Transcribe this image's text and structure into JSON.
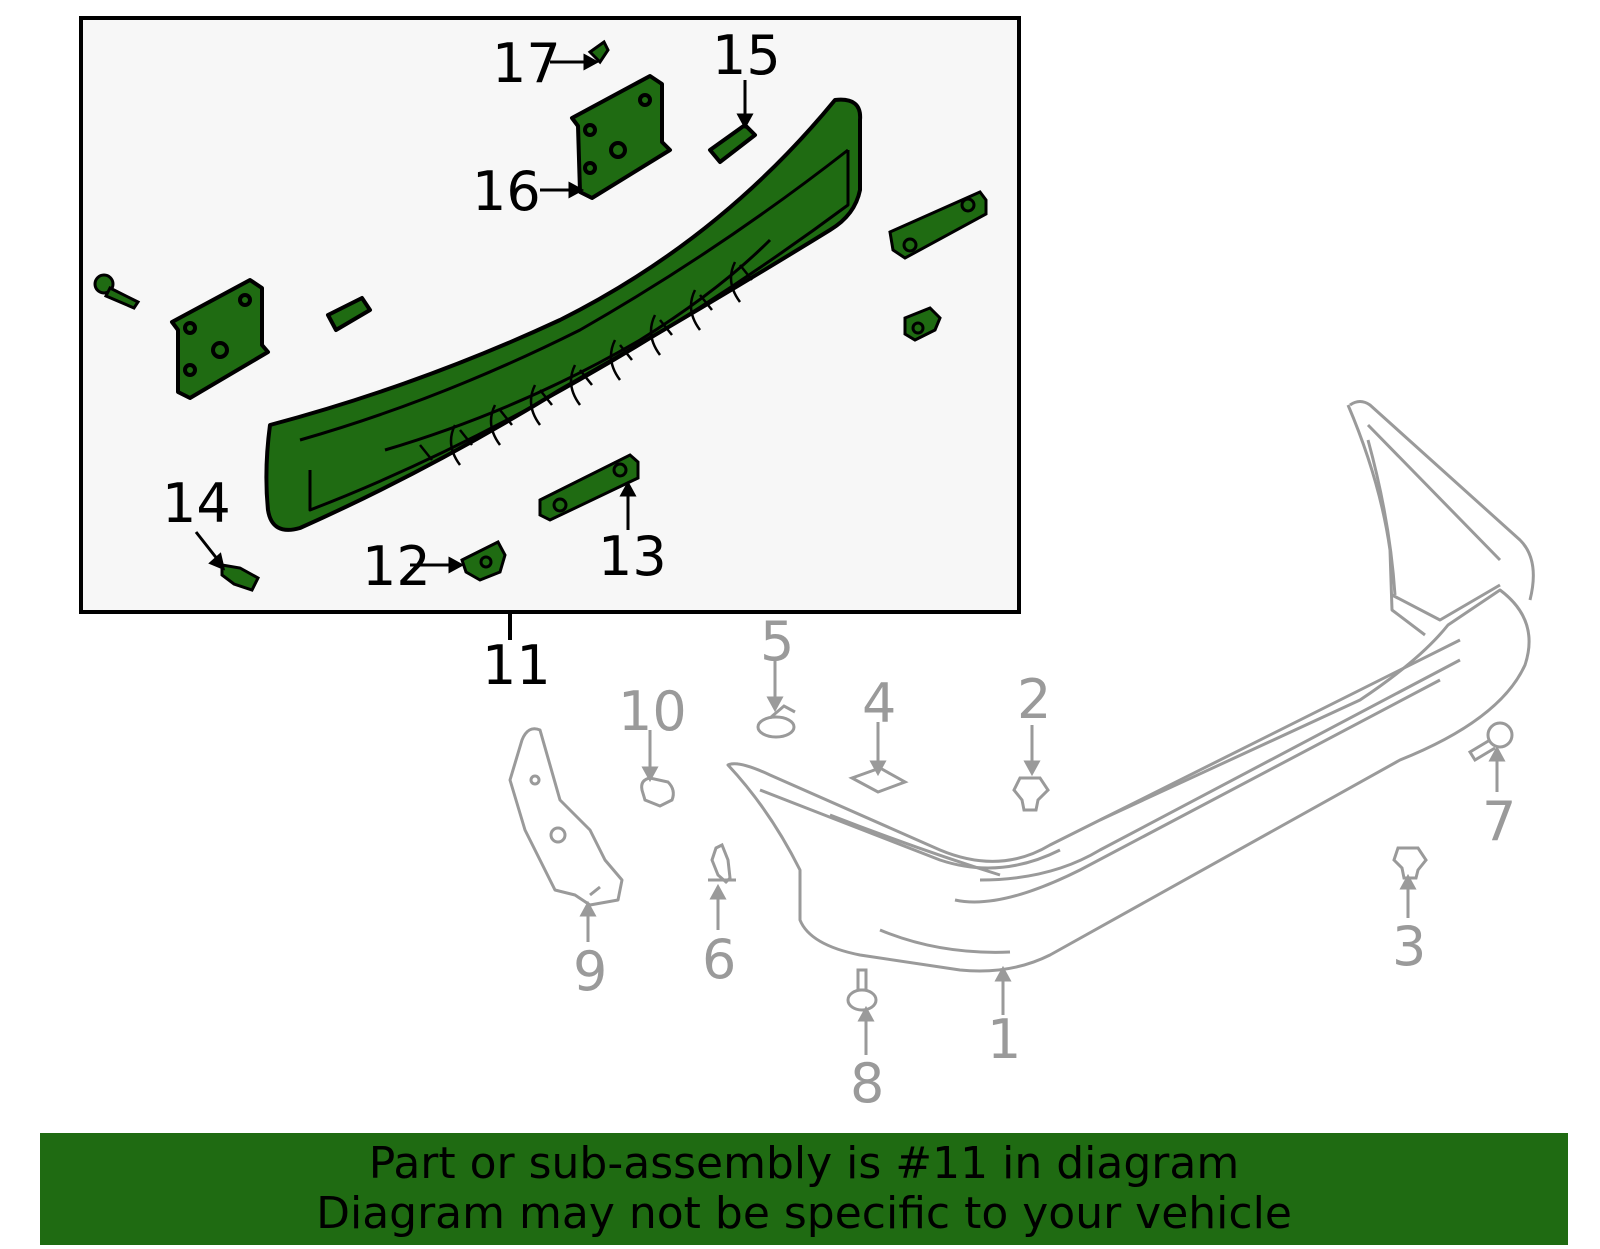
{
  "callouts": {
    "n1": "1",
    "n2": "2",
    "n3": "3",
    "n4": "4",
    "n5": "5",
    "n6": "6",
    "n7": "7",
    "n8": "8",
    "n9": "9",
    "n10": "10",
    "n11": "11",
    "n12": "12",
    "n13": "13",
    "n14": "14",
    "n15": "15",
    "n16": "16",
    "n17": "17"
  },
  "banner": {
    "line1": "Part or sub-assembly is #11 in diagram",
    "line2": "Diagram may not be specific to your vehicle"
  },
  "colors": {
    "highlight_part": "#1f6b12",
    "inset_background": "#f7f7f7",
    "context_lines": "#9a9a9a",
    "banner": "#1f6b12"
  }
}
